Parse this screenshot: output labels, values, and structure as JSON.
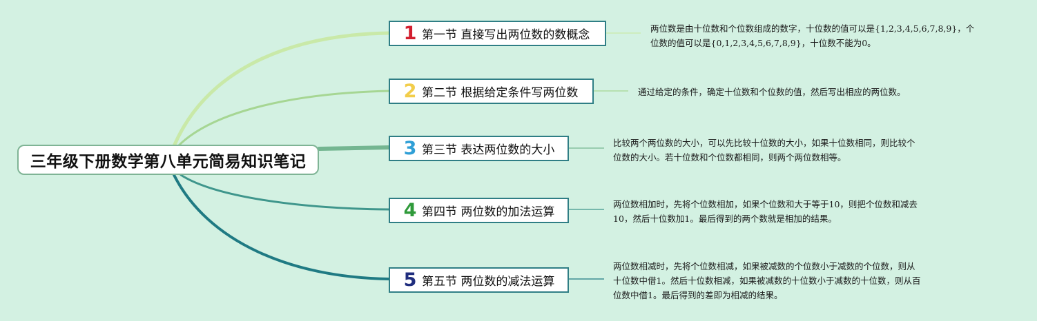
{
  "root": {
    "title": "三年级下册数学第八单元简易知识笔记"
  },
  "sections": [
    {
      "number": "1",
      "number_color": "#d21e2e",
      "branch_color": "#c9e9a8",
      "title": "第一节 直接写出两位数的数概念",
      "note_lines": [
        "两位数是由十位数和个位数组成的数字，十位数的值可以是{1,2,3,4,5,6,7,8,9}，个",
        "位数的值可以是{0,1,2,3,4,5,6,7,8,9}，十位数不能为0。"
      ]
    },
    {
      "number": "2",
      "number_color": "#f2cd4a",
      "branch_color": "#a6d693",
      "title": "第二节 根据给定条件写两位数",
      "note_lines": [
        "通过给定的条件，确定十位数和个位数的值，然后写出相应的两位数。"
      ]
    },
    {
      "number": "3",
      "number_color": "#2f9fd6",
      "branch_color": "#74b691",
      "title": "第三节 表达两位数的大小",
      "note_lines": [
        "比较两个两位数的大小，可以先比较十位数的大小，如果十位数相同，则比较个",
        "位数的大小。若十位数和个位数都相同，则两个两位数相等。"
      ]
    },
    {
      "number": "4",
      "number_color": "#2f9a3a",
      "branch_color": "#3f968c",
      "title": "第四节 两位数的加法运算",
      "note_lines": [
        "两位数相加时，先将个位数相加，如果个位数和大于等于10，则把个位数和减去",
        "10，然后十位数加1。最后得到的两个数就是相加的结果。"
      ]
    },
    {
      "number": "5",
      "number_color": "#1f2d7e",
      "branch_color": "#1f7a83",
      "title": "第五节 两位数的减法运算",
      "note_lines": [
        "两位数相减时，先将个位数相减，如果被减数的个位数小于减数的个位数，则从",
        "十位数中借1。然后十位数相减，如果被减数的十位数小于减数的十位数，则从百",
        "位数中借1。最后得到的差即为相减的结果。"
      ]
    }
  ]
}
